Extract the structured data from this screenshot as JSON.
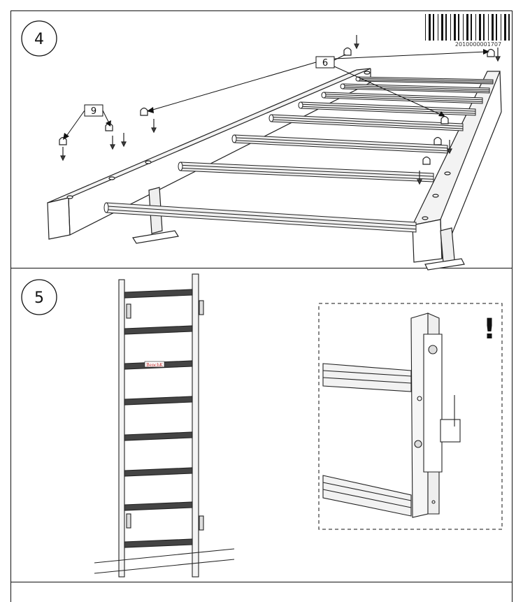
{
  "steps": [
    {
      "number": "4"
    },
    {
      "number": "5"
    }
  ],
  "barcode": {
    "number": "2010000001707"
  },
  "callouts": {
    "part_9": "9",
    "part_6": "6"
  },
  "rung_label": "BenchK",
  "detail": {
    "warning_symbol": "!"
  }
}
